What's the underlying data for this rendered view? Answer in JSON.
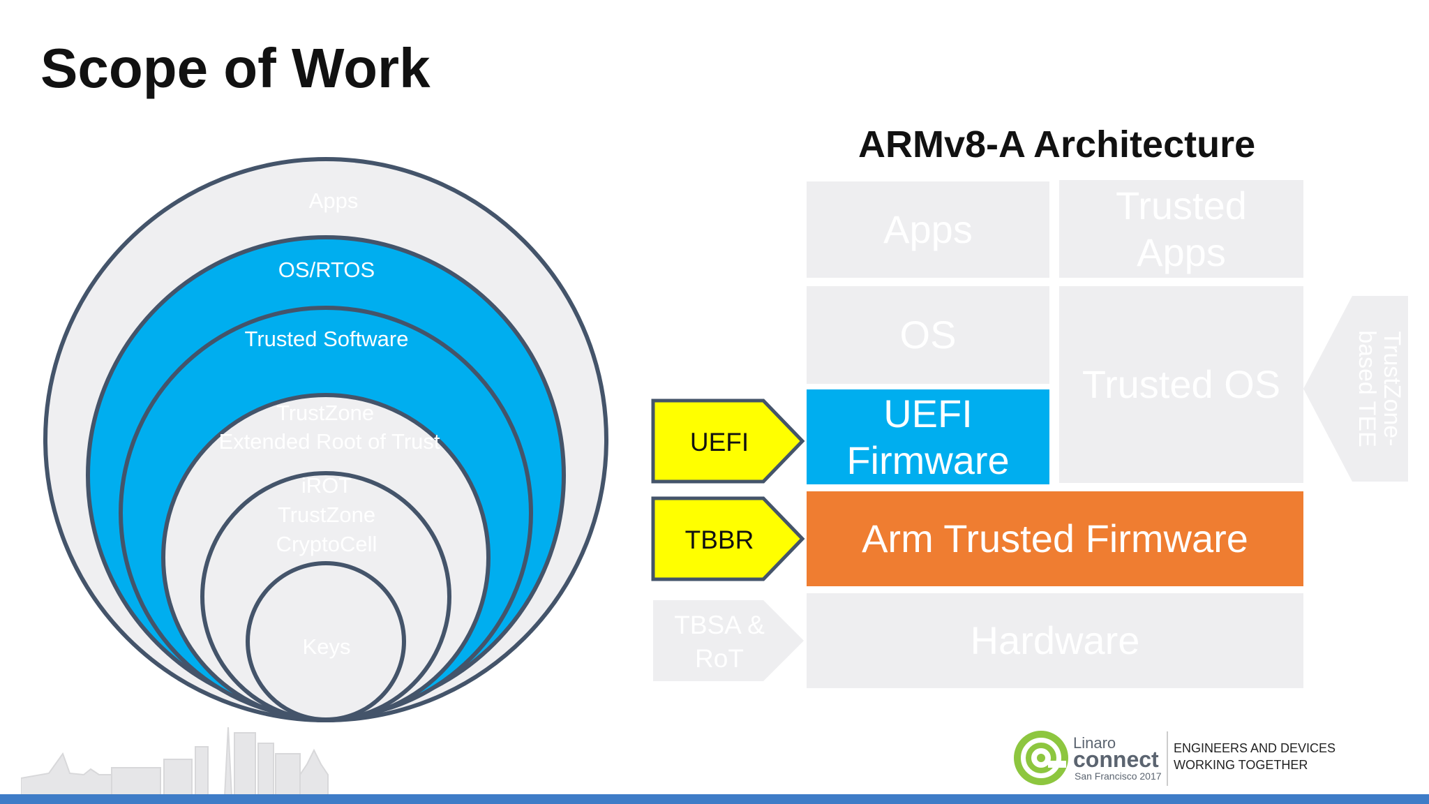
{
  "slide": {
    "title": "Scope of Work",
    "arch_title": "ARMv8-A Architecture"
  },
  "circles": {
    "apps": "Apps",
    "os_rtos": "OS/RTOS",
    "trusted_software": "Trusted Software",
    "trustzone_ext_line1": "TrustZone",
    "trustzone_ext_line2": "Extended Root of Trust",
    "irot_line1": "iROT",
    "irot_line2": "TrustZone",
    "irot_line3": "CryptoCell",
    "keys": "Keys"
  },
  "stack": {
    "apps": "Apps",
    "trusted_apps_line1": "Trusted",
    "trusted_apps_line2": "Apps",
    "os": "OS",
    "trusted_os": "Trusted OS",
    "uefi_fw_line1": "UEFI",
    "uefi_fw_line2": "Firmware",
    "atf": "Arm Trusted Firmware",
    "hardware": "Hardware",
    "tee_line1": "TrustZone-",
    "tee_line2": "based TEE"
  },
  "arrows": {
    "uefi": "UEFI",
    "tbbr": "TBBR",
    "tbsa_line1": "TBSA &",
    "tbsa_line2": "RoT"
  },
  "footer": {
    "brand_line1": "Linaro",
    "brand_line2": "connect",
    "brand_line3": "San Francisco 2017",
    "tagline_line1": "ENGINEERS AND DEVICES",
    "tagline_line2": "WORKING TOGETHER"
  },
  "colors": {
    "blue": "#00aeef",
    "orange": "#ef7d31",
    "yellow": "#ffff00",
    "ring_stroke": "#44546a",
    "grey_block": "#eeeef0",
    "footer_bar": "#3e7cc7"
  }
}
